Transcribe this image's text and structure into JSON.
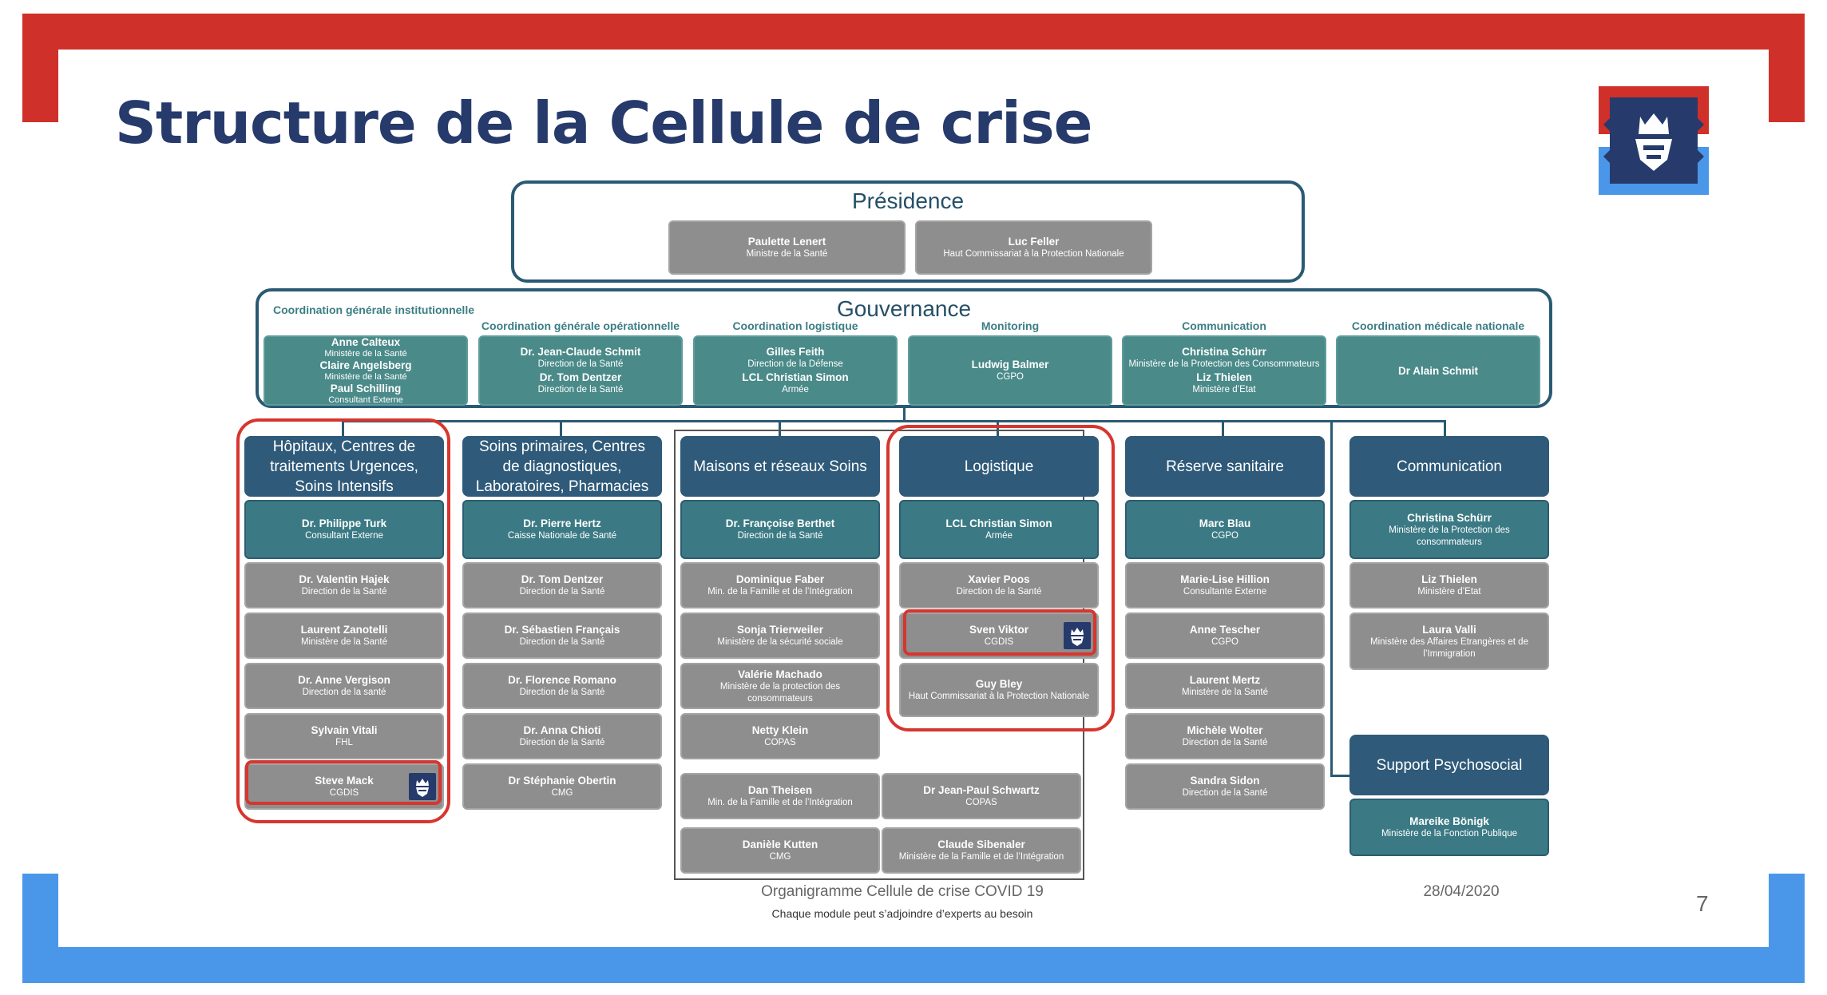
{
  "title": "Structure de la Cellule de crise",
  "page_number": "7",
  "footer": {
    "caption": "Organigramme Cellule de crise COVID 19",
    "note": "Chaque module peut s’adjoindre d’experts au besoin",
    "date": "28/04/2020"
  },
  "colors": {
    "red": "#d0302a",
    "blue": "#4a97ea",
    "navy": "#263a6b",
    "teal": "#4a8a89",
    "gray": "#8e8e8e"
  },
  "presidence": {
    "label": "Présidence",
    "members": [
      {
        "name": "Paulette Lenert",
        "role": "Ministre de la Santé"
      },
      {
        "name": "Luc Feller",
        "role": "Haut Commissariat à la Protection Nationale"
      }
    ]
  },
  "gouvernance": {
    "label": "Gouvernance",
    "groups": [
      {
        "label": "Coordination générale institutionnelle",
        "lines": [
          {
            "t": "n",
            "v": "Anne Calteux"
          },
          {
            "t": "r",
            "v": "Ministère de la Santé"
          },
          {
            "t": "n",
            "v": "Claire Angelsberg"
          },
          {
            "t": "r",
            "v": "Ministère de la Santé"
          },
          {
            "t": "n",
            "v": "Paul Schilling"
          },
          {
            "t": "r",
            "v": "Consultant Externe"
          }
        ]
      },
      {
        "label": "Coordination générale opérationnelle",
        "lines": [
          {
            "t": "n",
            "v": "Dr. Jean-Claude Schmit"
          },
          {
            "t": "r",
            "v": "Direction de la Santé"
          },
          {
            "t": "n",
            "v": "Dr. Tom Dentzer"
          },
          {
            "t": "r",
            "v": "Direction de la Santé"
          }
        ]
      },
      {
        "label": "Coordination logistique",
        "lines": [
          {
            "t": "n",
            "v": "Gilles Feith"
          },
          {
            "t": "r",
            "v": "Direction de la Défense"
          },
          {
            "t": "n",
            "v": "LCL Christian Simon"
          },
          {
            "t": "r",
            "v": "Armée"
          }
        ]
      },
      {
        "label": "Monitoring",
        "lines": [
          {
            "t": "n",
            "v": "Ludwig Balmer"
          },
          {
            "t": "r",
            "v": "CGPO"
          }
        ]
      },
      {
        "label": "Communication",
        "lines": [
          {
            "t": "n",
            "v": "Christina Schürr"
          },
          {
            "t": "r",
            "v": "Ministère de la Protection des Consommateurs"
          },
          {
            "t": "n",
            "v": "Liz Thielen"
          },
          {
            "t": "r",
            "v": "Ministère d’Etat"
          }
        ]
      },
      {
        "label": "Coordination médicale nationale",
        "lines": [
          {
            "t": "n",
            "v": "Dr Alain Schmit"
          }
        ]
      }
    ]
  },
  "modules": [
    {
      "title": "Hôpitaux, Centres de traitements Urgences, Soins Intensifs",
      "members": [
        {
          "name": "Dr. Philippe Turk",
          "role": "Consultant Externe",
          "teal": true
        },
        {
          "name": "Dr. Valentin Hajek",
          "role": "Direction de la Santé"
        },
        {
          "name": "Laurent Zanotelli",
          "role": "Ministère de la Santé"
        },
        {
          "name": "Dr. Anne Vergison",
          "role": "Direction de la santé"
        },
        {
          "name": "Sylvain Vitali",
          "role": "FHL"
        },
        {
          "name": "Steve Mack",
          "role": "CGDIS",
          "logo": true
        }
      ]
    },
    {
      "title": "Soins primaires, Centres de diagnostiques, Laboratoires, Pharmacies",
      "members": [
        {
          "name": "Dr. Pierre Hertz",
          "role": "Caisse Nationale de Santé",
          "teal": true
        },
        {
          "name": "Dr. Tom Dentzer",
          "role": "Direction de la Santé"
        },
        {
          "name": "Dr. Sébastien Français",
          "role": "Direction de la Santé"
        },
        {
          "name": "Dr. Florence Romano",
          "role": "Direction de la Santé"
        },
        {
          "name": "Dr. Anna Chioti",
          "role": "Direction de la Santé"
        },
        {
          "name": "Dr Stéphanie Obertin",
          "role": "CMG"
        }
      ]
    },
    {
      "title": "Maisons et réseaux Soins",
      "members": [
        {
          "name": "Dr. Françoise Berthet",
          "role": "Direction de la Santé",
          "teal": true
        },
        {
          "name": "Dominique Faber",
          "role": "Min. de la Famille et de l’Intégration"
        },
        {
          "name": "Sonja Trierweiler",
          "role": "Ministère de la sécurité sociale"
        },
        {
          "name": "Valérie Machado",
          "role": "Ministère de la protection des consommateurs"
        },
        {
          "name": "Netty Klein",
          "role": "COPAS"
        },
        {
          "name": "Dan Theisen",
          "role": "Min. de la Famille et de l’Intégration"
        },
        {
          "name": "Danièle Kutten",
          "role": "CMG"
        },
        {
          "name": "Dr Jean-Paul Schwartz",
          "role": "COPAS"
        },
        {
          "name": "Claude Sibenaler",
          "role": "Ministère de la Famille et de l’Intégration"
        }
      ]
    },
    {
      "title": "Logistique",
      "members": [
        {
          "name": "LCL Christian Simon",
          "role": "Armée",
          "teal": true
        },
        {
          "name": "Xavier Poos",
          "role": "Direction de la Santé"
        },
        {
          "name": "Sven Viktor",
          "role": "CGDIS",
          "logo": true
        },
        {
          "name": "Guy Bley",
          "role": "Haut Commissariat à la Protection Nationale"
        }
      ]
    },
    {
      "title": "Réserve sanitaire",
      "members": [
        {
          "name": "Marc Blau",
          "role": "CGPO",
          "teal": true
        },
        {
          "name": "Marie-Lise Hillion",
          "role": "Consultante Externe"
        },
        {
          "name": "Anne Tescher",
          "role": "CGPO"
        },
        {
          "name": "Laurent Mertz",
          "role": "Ministère de la Santé"
        },
        {
          "name": "Michèle Wolter",
          "role": "Direction de la Santé"
        },
        {
          "name": "Sandra Sidon",
          "role": "Direction de la Santé"
        }
      ]
    },
    {
      "title": "Communication",
      "members": [
        {
          "name": "Christina Schürr",
          "role": "Ministère de la Protection des consommateurs",
          "teal": true
        },
        {
          "name": "Liz Thielen",
          "role": "Ministère d’Etat"
        },
        {
          "name": "Laura Valli",
          "role": "Ministère des Affaires Etrangères et de l’Immigration"
        }
      ]
    },
    {
      "title": "Support Psychosocial",
      "members": [
        {
          "name": "Mareike Bönigk",
          "role": "Ministère de la Fonction Publique",
          "teal": true
        }
      ]
    }
  ]
}
